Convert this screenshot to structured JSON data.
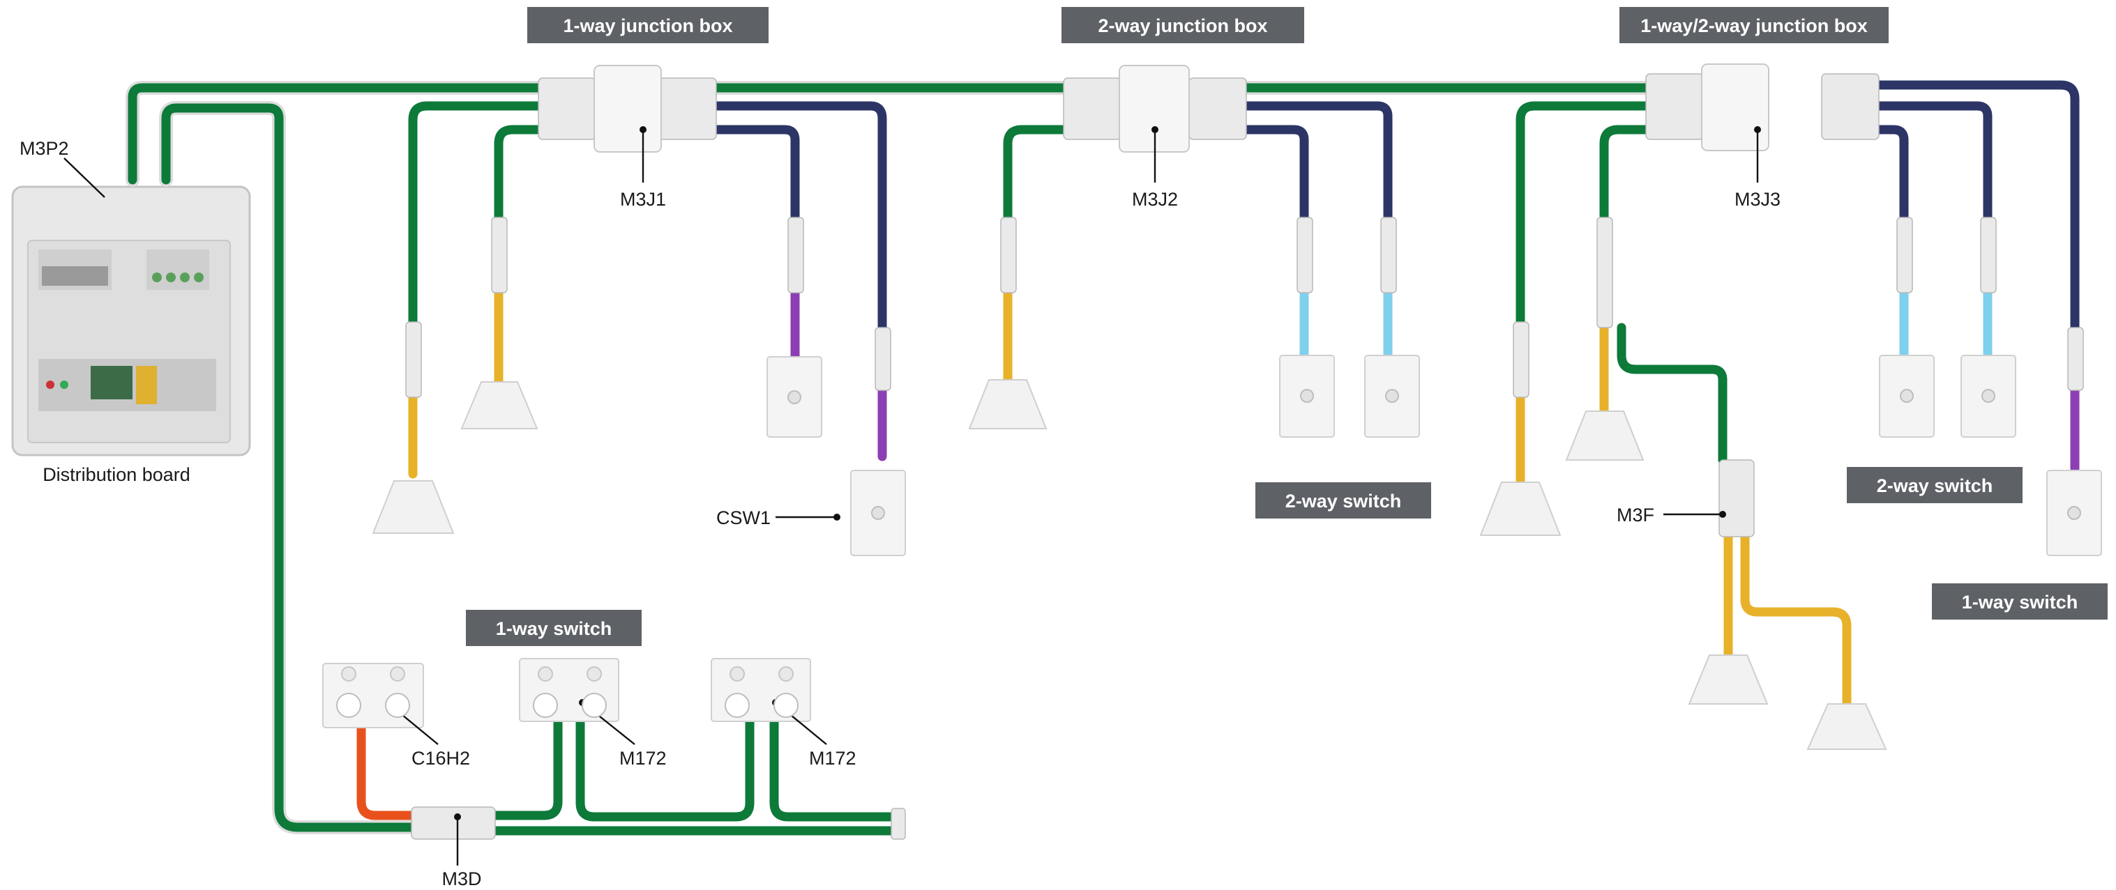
{
  "titles": {
    "jb1": "1-way junction box",
    "jb2": "2-way junction box",
    "jb3": "1-way/2-way junction box",
    "sw2_mid": "2-way switch",
    "sw2_right": "2-way switch",
    "sw1_right": "1-way switch",
    "sw1_bottom": "1-way switch"
  },
  "labels": {
    "m3p2": "M3P2",
    "distribution_board": "Distribution board",
    "m3j1": "M3J1",
    "m3j2": "M3J2",
    "m3j3": "M3J3",
    "csw1": "CSW1",
    "m3f": "M3F",
    "c16h2": "C16H2",
    "m172_a": "M172",
    "m172_b": "M172",
    "m3d": "M3D"
  },
  "colors": {
    "active_green": "#0d7a3a",
    "switch_navy": "#2c3566",
    "light_yellow": "#e8b12a",
    "twoway_cyan": "#7fd0ec",
    "oneway_purple": "#8c3fb3",
    "power_orange": "#e8511c",
    "tag_gray": "#5e6166"
  }
}
